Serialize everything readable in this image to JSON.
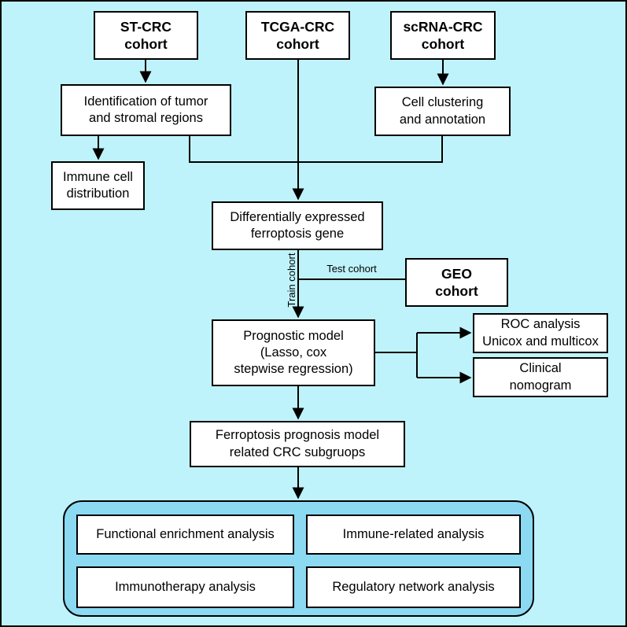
{
  "palette": {
    "background": "#BFF3FB",
    "container_fill": "#8CD9F2",
    "box_fill": "#FFFFFF",
    "line_color": "#000000"
  },
  "nodes": {
    "st_crc": "ST-CRC\ncohort",
    "tcga_crc": "TCGA-CRC\ncohort",
    "scrna_crc": "scRNA-CRC\ncohort",
    "identification": "Identification of tumor\nand stromal regions",
    "cell_clustering": "Cell clustering\nand annotation",
    "immune_cell": "Immune cell\ndistribution",
    "diff_expr": "Differentially expressed\nferroptosis gene",
    "geo": "GEO\ncohort",
    "prognostic": "Prognostic model\n(Lasso, cox\nstepwise regression)",
    "roc": "ROC analysis\nUnicox and multicox",
    "clinical": "Clinical\nnomogram",
    "ferro_subgroups": "Ferroptosis prognosis model\nrelated CRC subgruops",
    "functional": "Functional enrichment analysis",
    "immune_related": "Immune-related analysis",
    "immunotherapy": "Immunotherapy analysis",
    "regulatory": "Regulatory network analysis"
  },
  "edge_labels": {
    "train": "Train cohort",
    "test": "Test cohort"
  }
}
